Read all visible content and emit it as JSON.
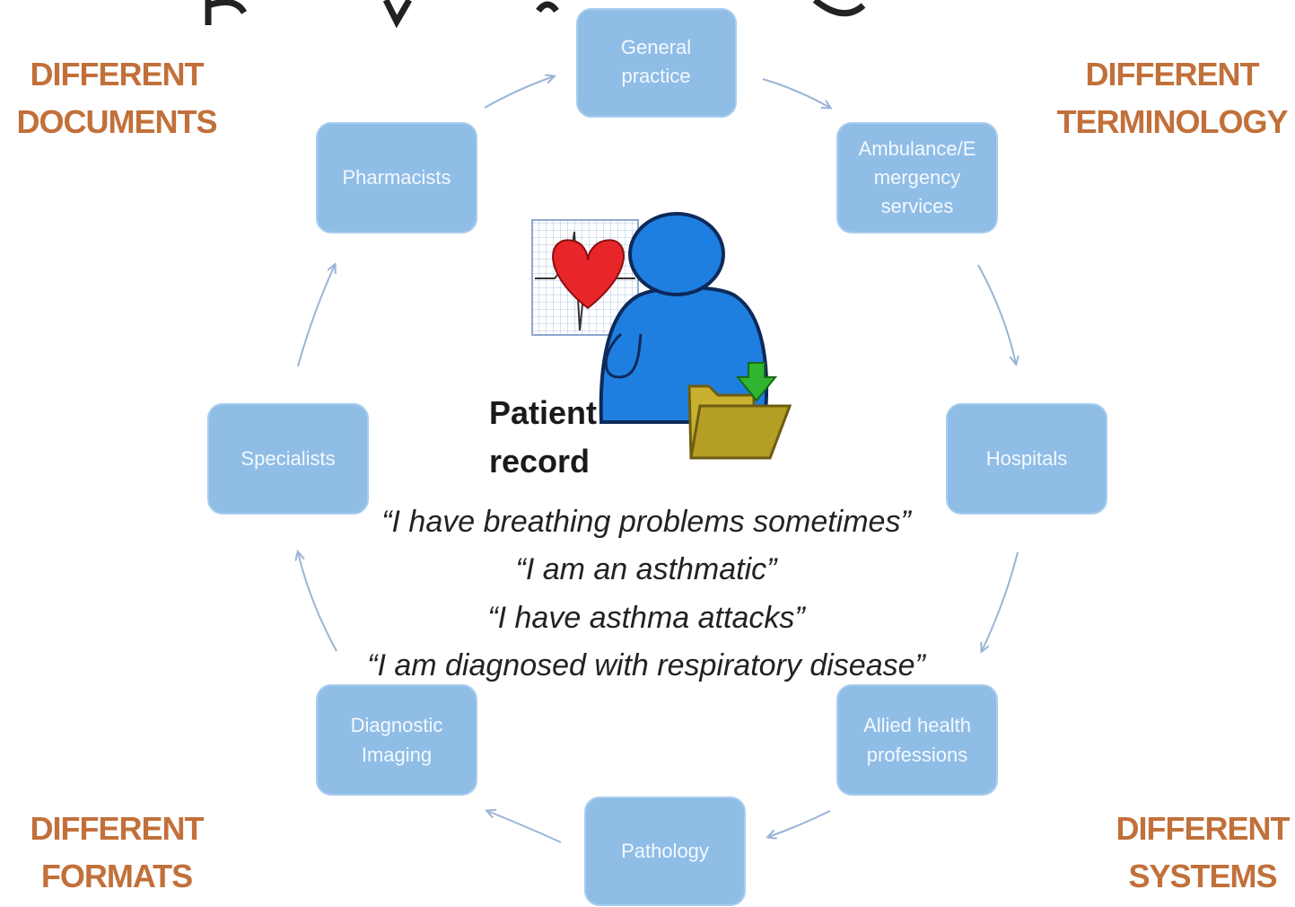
{
  "corners": {
    "top_left": [
      "DIFFERENT",
      "DOCUMENTS"
    ],
    "top_right": [
      "DIFFERENT",
      "TERMINOLOGY"
    ],
    "bottom_left": [
      "DIFFERENT",
      "FORMATS"
    ],
    "bottom_right": [
      "DIFFERENT",
      "SYSTEMS"
    ]
  },
  "nodes": {
    "general_practice": [
      "General",
      "practice"
    ],
    "ambulance": [
      "Ambulance/E",
      "mergency",
      "services"
    ],
    "hospitals": [
      "Hospitals"
    ],
    "allied_health": [
      "Allied health",
      "professions"
    ],
    "pathology": [
      "Pathology"
    ],
    "diagnostic_imaging": [
      "Diagnostic",
      "Imaging"
    ],
    "specialists": [
      "Specialists"
    ],
    "pharmacists": [
      "Pharmacists"
    ]
  },
  "center": {
    "label": [
      "Patient",
      "record"
    ],
    "quotes": [
      "“I have breathing problems sometimes”",
      "“I am an asthmatic”",
      "“I have asthma attacks”",
      "“I am diagnosed with respiratory disease”"
    ]
  },
  "colors": {
    "node_fill": "#8fbde6",
    "corner_text": "#c2703a",
    "heart": "#e8262a",
    "person": "#1f7fe0",
    "folder": "#c9b030",
    "download_arrow": "#2fb52f"
  },
  "icons": [
    "ecg-chart-icon",
    "heart-icon",
    "person-icon",
    "folder-icon",
    "download-arrow-icon"
  ]
}
